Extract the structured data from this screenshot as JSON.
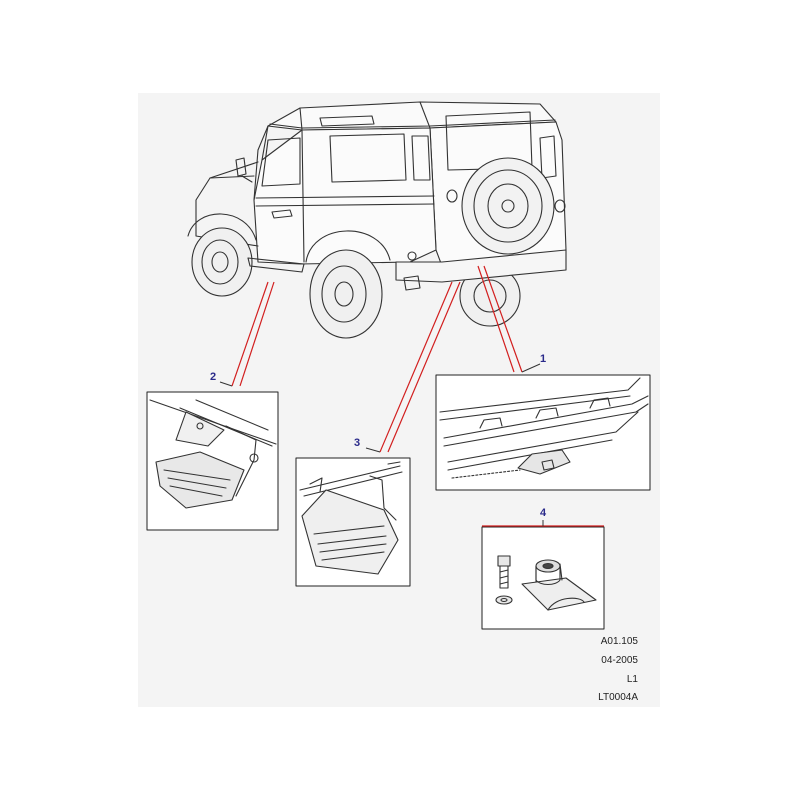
{
  "diagram": {
    "callouts": {
      "part_1": "1",
      "part_2": "2",
      "part_3": "3",
      "part_4": "4"
    },
    "footer": {
      "line1": "A01.105",
      "line2": "04-2005",
      "line3": "L1",
      "line4": "LT0004A"
    },
    "colors": {
      "leader_lines": "#d21f1f",
      "callout_numbers": "#2a2a8a",
      "panel_background": "#f4f4f4",
      "drawing_lines": "#333333"
    }
  }
}
